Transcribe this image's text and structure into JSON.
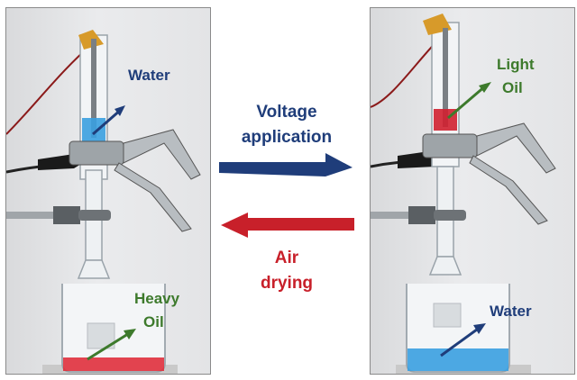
{
  "left_panel": {
    "water_label": "Water",
    "heavy_oil_label_1": "Heavy",
    "heavy_oil_label_2": "Oil"
  },
  "right_panel": {
    "light_oil_label_1": "Light",
    "light_oil_label_2": "Oil",
    "water_label": "Water"
  },
  "forward": {
    "label_1": "Voltage",
    "label_2": "application",
    "color": "#1f3d7a"
  },
  "reverse": {
    "label_1": "Air",
    "label_2": "drying",
    "color": "#c8202a"
  },
  "colors": {
    "water_blue": "#3aa0e0",
    "heavy_oil_red": "#e0303c",
    "light_oil_red": "#d02030",
    "label_blue": "#1f3d7a",
    "label_green": "#3d7a2c"
  }
}
